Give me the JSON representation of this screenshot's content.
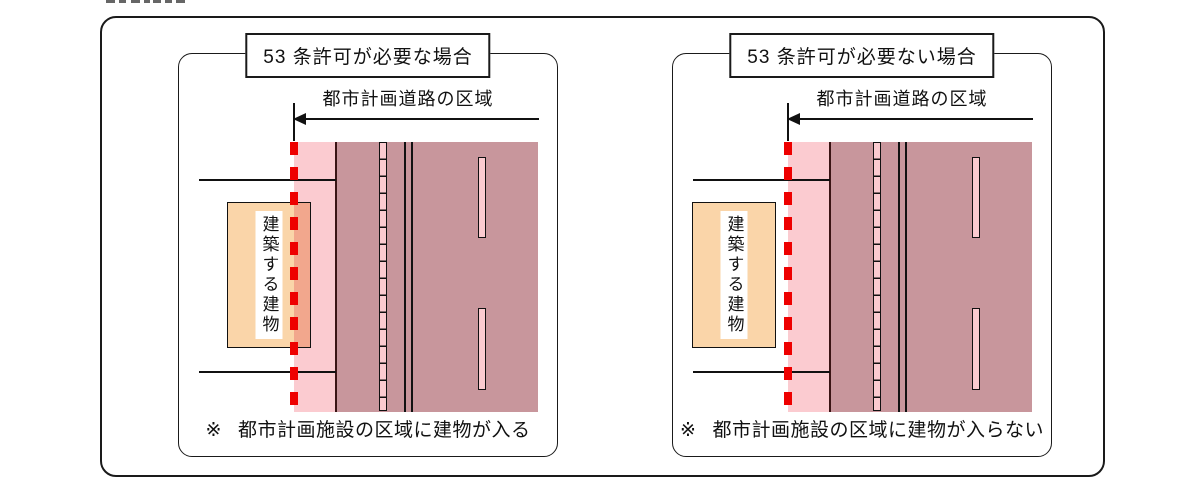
{
  "colors": {
    "pink_zone": "#FBCBD0",
    "road_area": "#C8969C",
    "marking_fill": "#FBCBD0",
    "building_fill": "#FAD5A9",
    "building_overlap": "#F2A78D",
    "red_boundary": "#EE0000",
    "outline": "#111111"
  },
  "panels": [
    {
      "title": "53 条許可が必要な場合",
      "arrow_label": "都市計画道路の区域",
      "building_label": "建築する建物",
      "note_mark": "※",
      "note_text": "都市計画施設の区域に建物が入る"
    },
    {
      "title": "53 条許可が必要ない場合",
      "arrow_label": "都市計画道路の区域",
      "building_label": "建築する建物",
      "note_mark": "※",
      "note_text": "都市計画施設の区域に建物が入らない"
    }
  ]
}
